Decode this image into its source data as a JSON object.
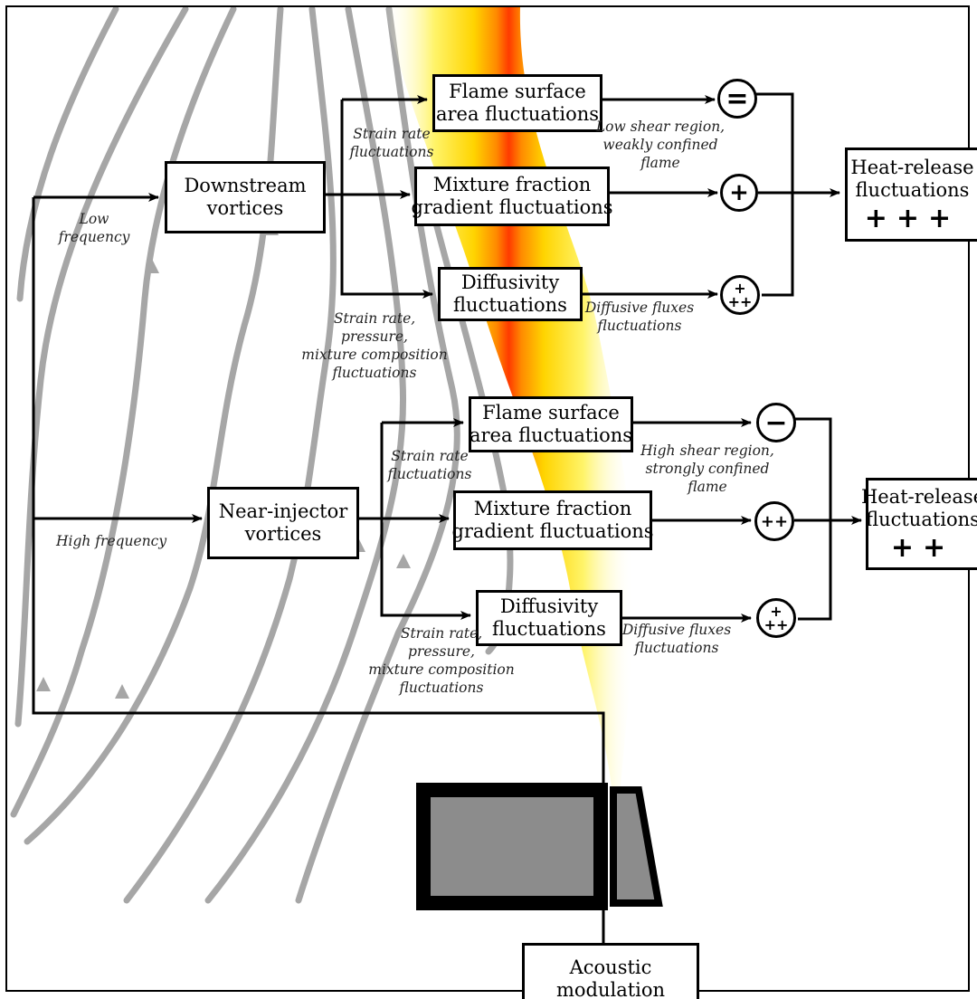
{
  "boxes": {
    "downstream_vortices": [
      "Downstream",
      "vortices"
    ],
    "near_injector_vortices": [
      "Near-injector",
      "vortices"
    ],
    "acoustic_modulation": [
      "Acoustic",
      "modulation"
    ],
    "upper": {
      "flame_surface": [
        "Flame surface",
        "area fluctuations"
      ],
      "mixture_fraction": [
        "Mixture fraction",
        "gradient fluctuations"
      ],
      "diffusivity": [
        "Diffusivity",
        "fluctuations"
      ],
      "heat_release": [
        "Heat-release",
        "fluctuations"
      ],
      "heat_release_marks": "+++"
    },
    "lower": {
      "flame_surface": [
        "Flame surface",
        "area fluctuations"
      ],
      "mixture_fraction": [
        "Mixture fraction",
        "gradient fluctuations"
      ],
      "diffusivity": [
        "Diffusivity",
        "fluctuations"
      ],
      "heat_release": [
        "Heat-release",
        "fluctuations"
      ],
      "heat_release_marks": "++"
    }
  },
  "labels": {
    "low_frequency": [
      "Low",
      "frequency"
    ],
    "high_frequency": "High frequency",
    "upper": {
      "strain_rate": [
        "Strain rate",
        "fluctuations"
      ],
      "region": [
        "Low shear region,",
        "weakly confined",
        "flame"
      ],
      "strain_pressure": [
        "Strain rate,",
        "pressure,",
        "mixture composition",
        "fluctuations"
      ],
      "diffusive_fluxes": [
        "Diffusive fluxes",
        "fluctuations"
      ]
    },
    "lower": {
      "strain_rate": [
        "Strain rate",
        "fluctuations"
      ],
      "region": [
        "High shear region,",
        "strongly confined",
        "flame"
      ],
      "strain_pressure": [
        "Strain rate,",
        "pressure,",
        "mixture composition",
        "fluctuations"
      ],
      "diffusive_fluxes": [
        "Diffusive fluxes",
        "fluctuations"
      ]
    }
  },
  "symbols": {
    "upper": [
      "=",
      "+",
      "+\n++"
    ],
    "lower": [
      "−",
      "++",
      "+\n++"
    ]
  },
  "colors": {
    "flame_core": "#ff3a00",
    "flame_mid": "#ff8a00",
    "flame_outer": "#ffe100",
    "streamline": "#a6a6a6",
    "injector_fill": "#8c8c8c",
    "ink": "#000000"
  }
}
